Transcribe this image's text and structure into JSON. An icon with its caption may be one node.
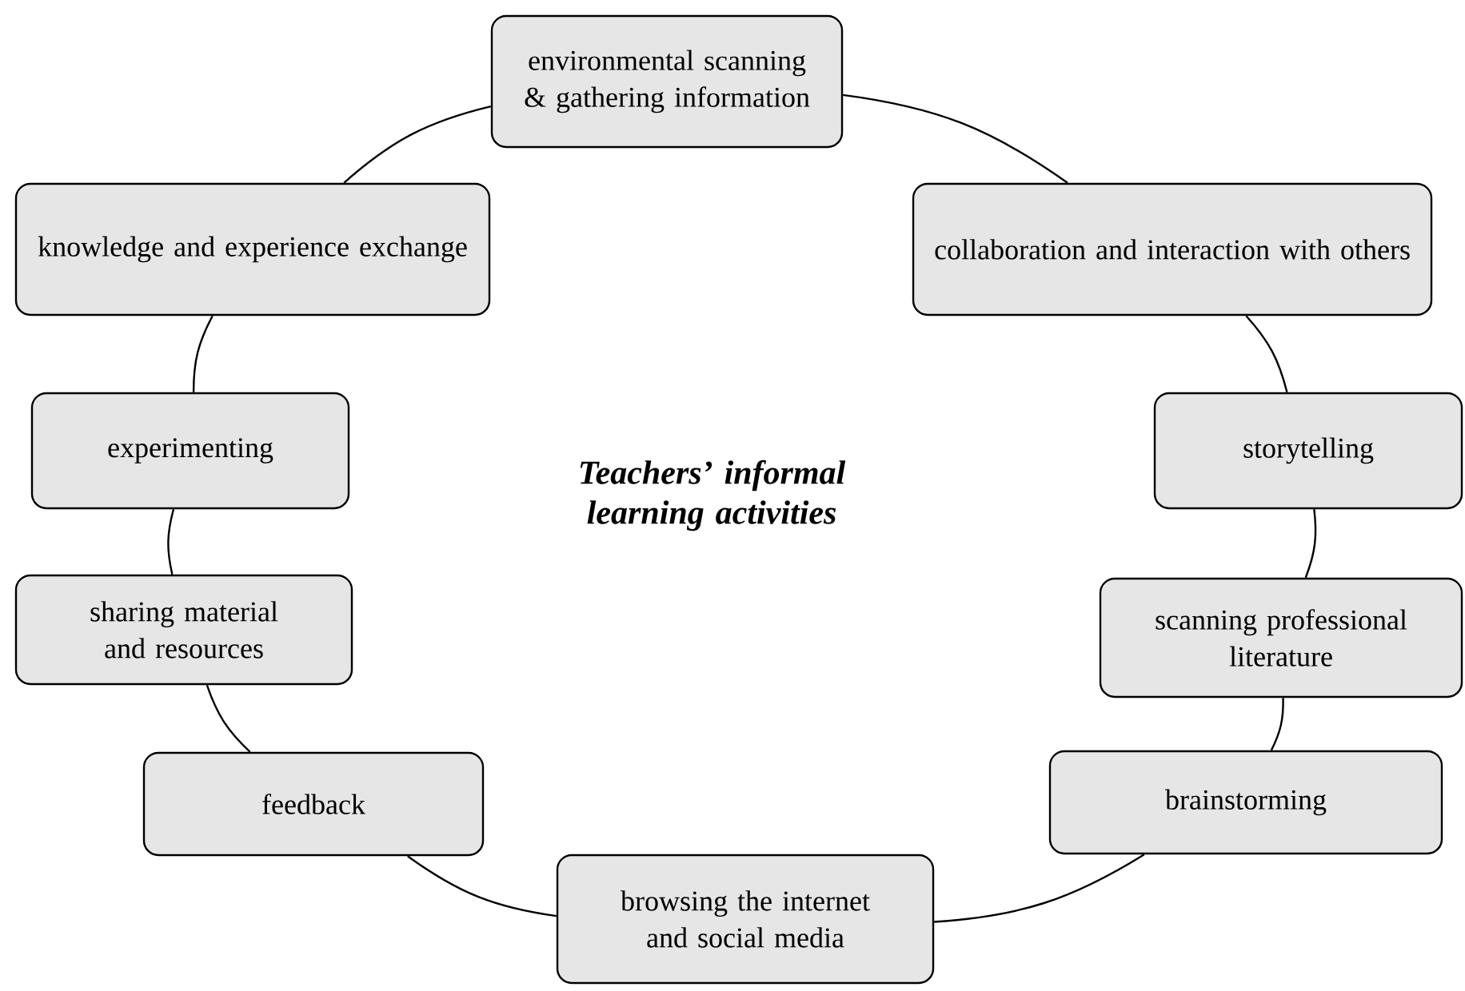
{
  "diagram": {
    "title": "Teachers’ informal learning activities",
    "nodes": [
      {
        "text": [
          "environmental scanning & gathering information"
        ]
      },
      {
        "text": [
          "knowledge and experience exchange"
        ]
      },
      {
        "text": [
          "collaboration and interaction with others"
        ]
      },
      {
        "text": [
          "experimenting"
        ]
      },
      {
        "text": [
          "storytelling"
        ]
      },
      {
        "text": [
          "sharing material and resources"
        ]
      },
      {
        "text": [
          "scanning professional literature"
        ]
      },
      {
        "text": [
          "feedback"
        ]
      },
      {
        "text": [
          "brainstorming"
        ]
      },
      {
        "text": [
          "browsing the internet and social media"
        ]
      }
    ],
    "edges": [
      {
        "from": 0,
        "to": 2,
        "arrow": "none"
      },
      {
        "from": 2,
        "to": 4,
        "arrow": "none"
      },
      {
        "from": 4,
        "to": 6,
        "arrow": "none"
      },
      {
        "from": 6,
        "to": 8,
        "arrow": "none"
      },
      {
        "from": 8,
        "to": 9,
        "arrow": "none"
      },
      {
        "from": 9,
        "to": 7,
        "arrow": "none"
      },
      {
        "from": 7,
        "to": 5,
        "arrow": "none"
      },
      {
        "from": 5,
        "to": 3,
        "arrow": "none"
      },
      {
        "from": 3,
        "to": 1,
        "arrow": "none"
      },
      {
        "from": 1,
        "to": 0,
        "arrow": "none"
      }
    ]
  }
}
